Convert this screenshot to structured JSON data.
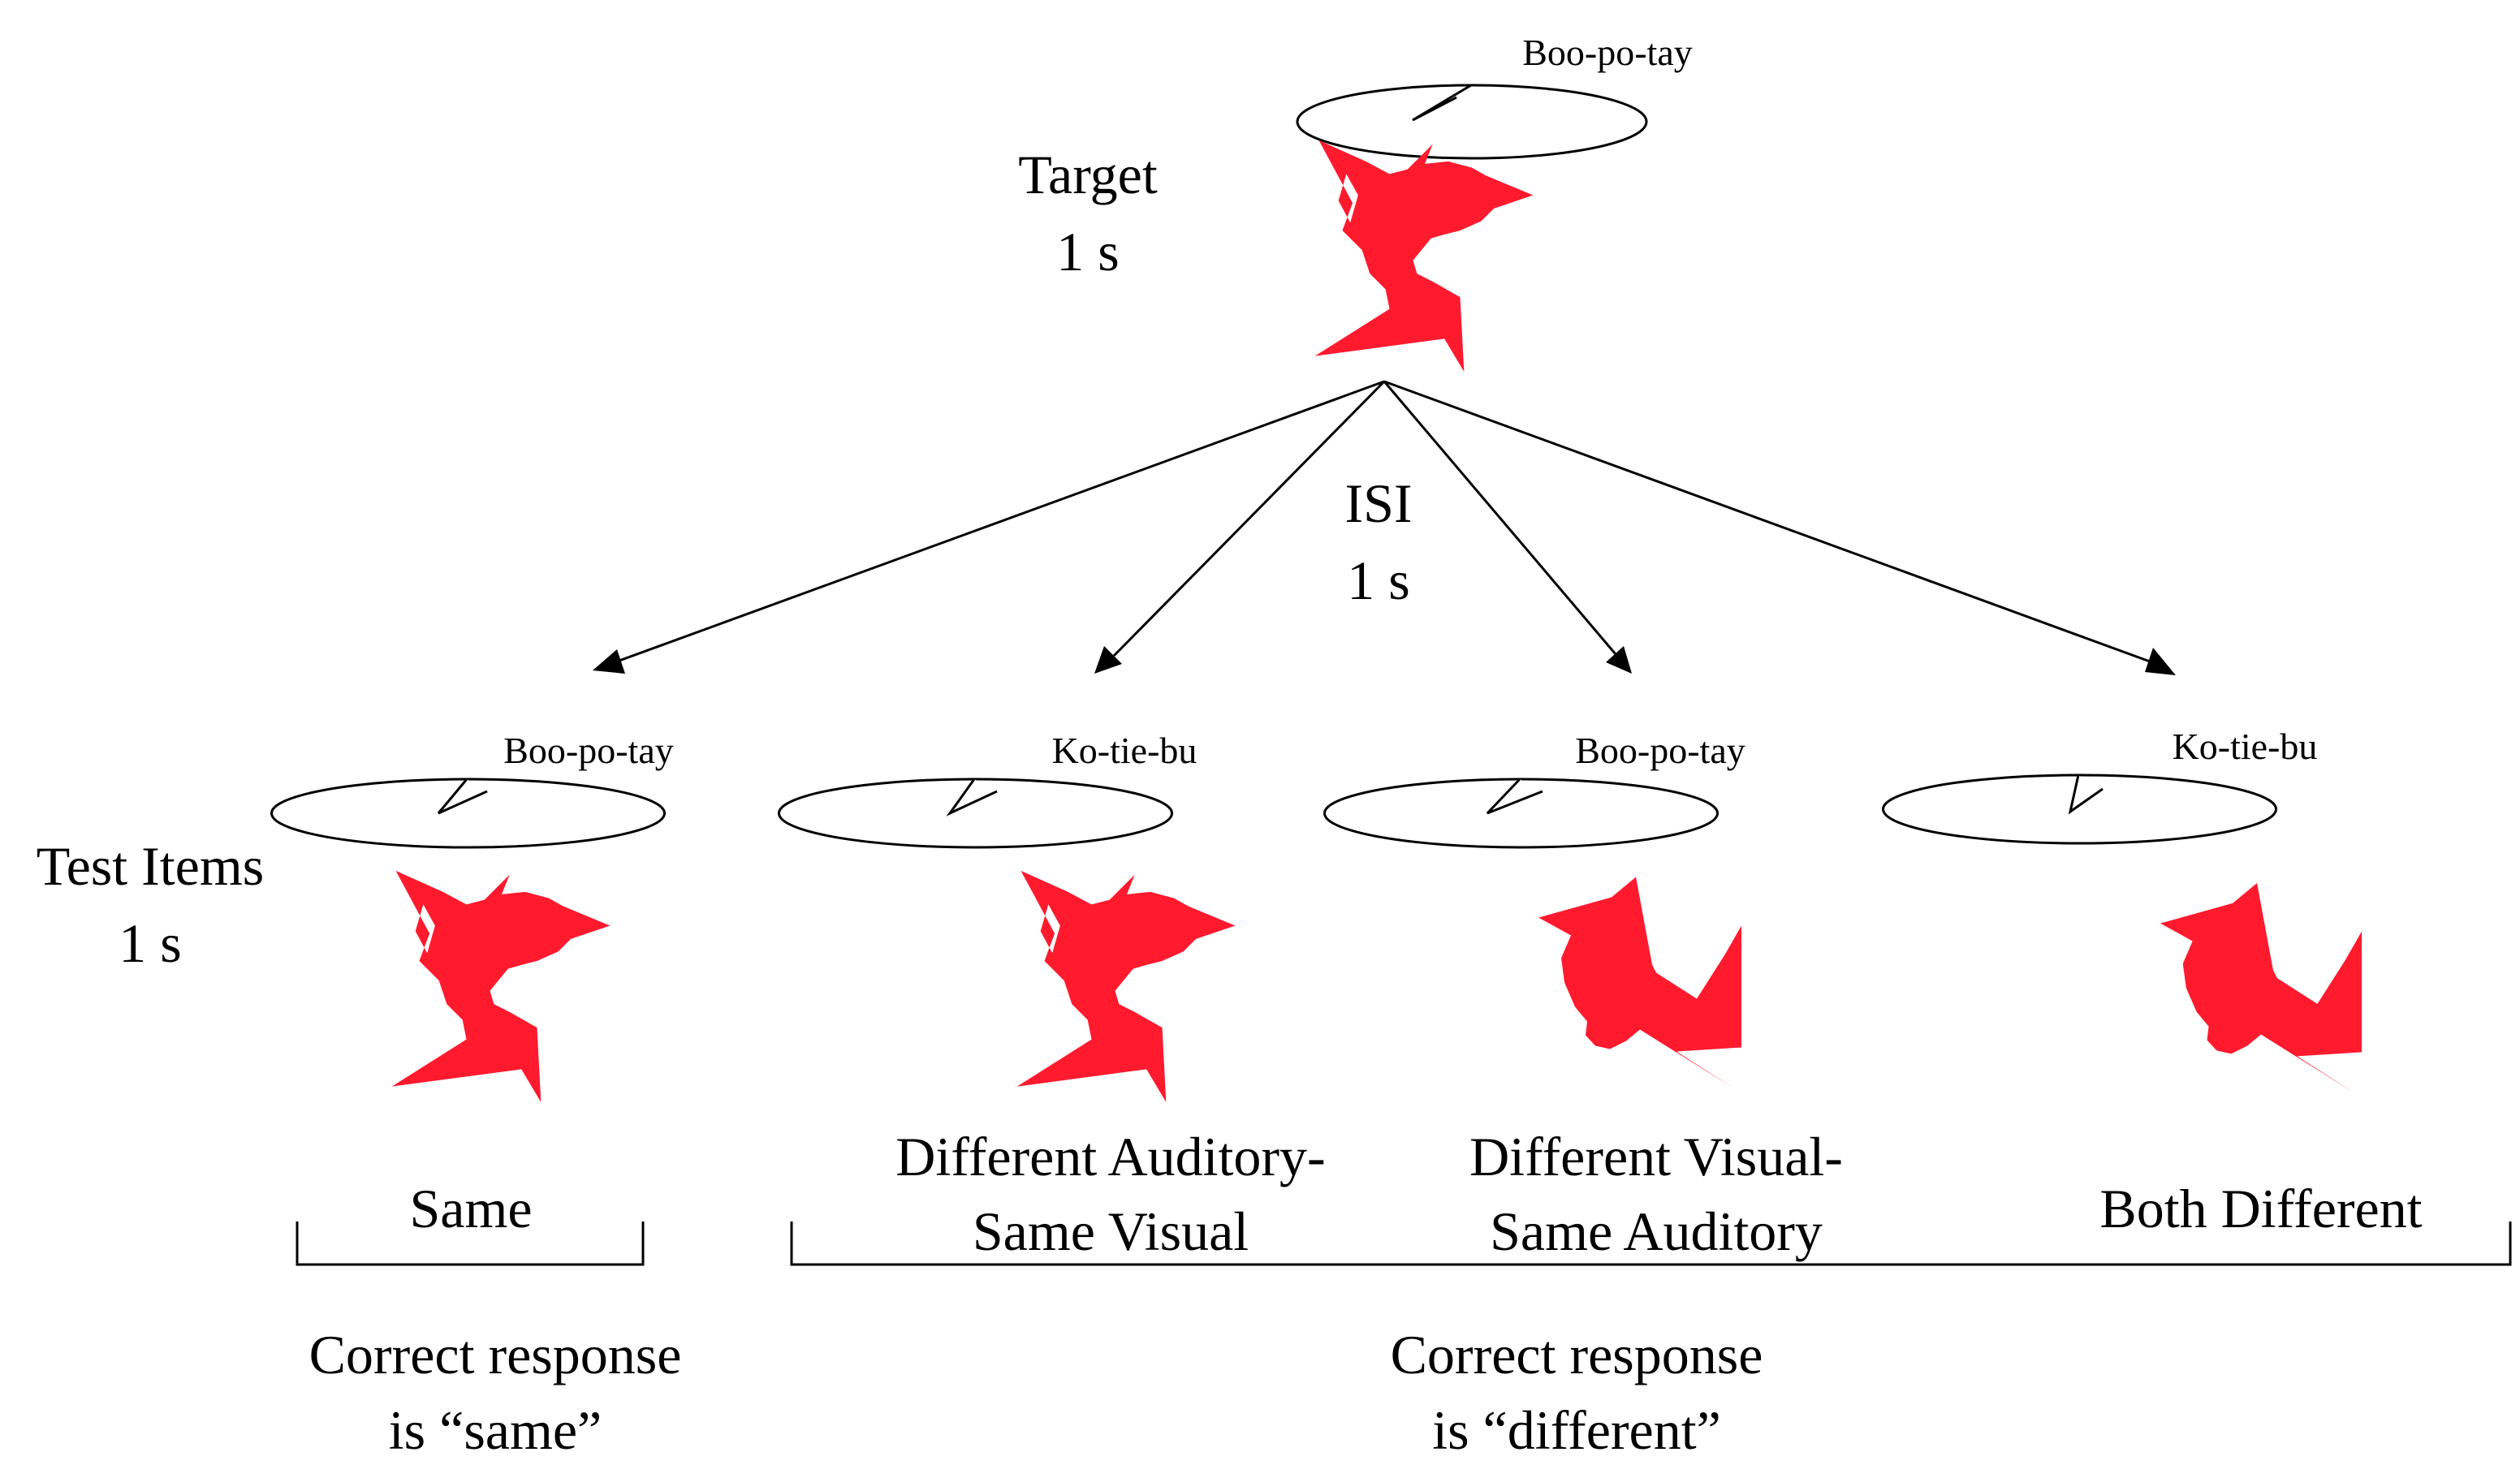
{
  "colors": {
    "shape_fill": "#ff1a2e",
    "ink": "#000000",
    "bubble_fill": "#ffffff"
  },
  "target": {
    "label_line1": "Target",
    "label_line2": "1 s",
    "speech": "Boo-po-tay",
    "shape": "bird-shape"
  },
  "isi": {
    "line1": "ISI",
    "line2": "1 s"
  },
  "test_items": {
    "label_line1": "Test Items",
    "label_line2": "1 s",
    "items": [
      {
        "speech": "Boo-po-tay",
        "shape": "bird-shape",
        "caption_line1": "Same",
        "caption_line2": ""
      },
      {
        "speech": "Ko-tie-bu",
        "shape": "bird-shape",
        "caption_line1": "Different Auditory-",
        "caption_line2": "Same Visual"
      },
      {
        "speech": "Boo-po-tay",
        "shape": "arrow-shape",
        "caption_line1": "Different Visual-",
        "caption_line2": "Same Auditory"
      },
      {
        "speech": "Ko-tie-bu",
        "shape": "arrow-shape",
        "caption_line1": "Both Different",
        "caption_line2": ""
      }
    ]
  },
  "responses": {
    "same": {
      "line1": "Correct response",
      "line2": "is “same”"
    },
    "different": {
      "line1": "Correct response",
      "line2": "is “different”"
    }
  }
}
